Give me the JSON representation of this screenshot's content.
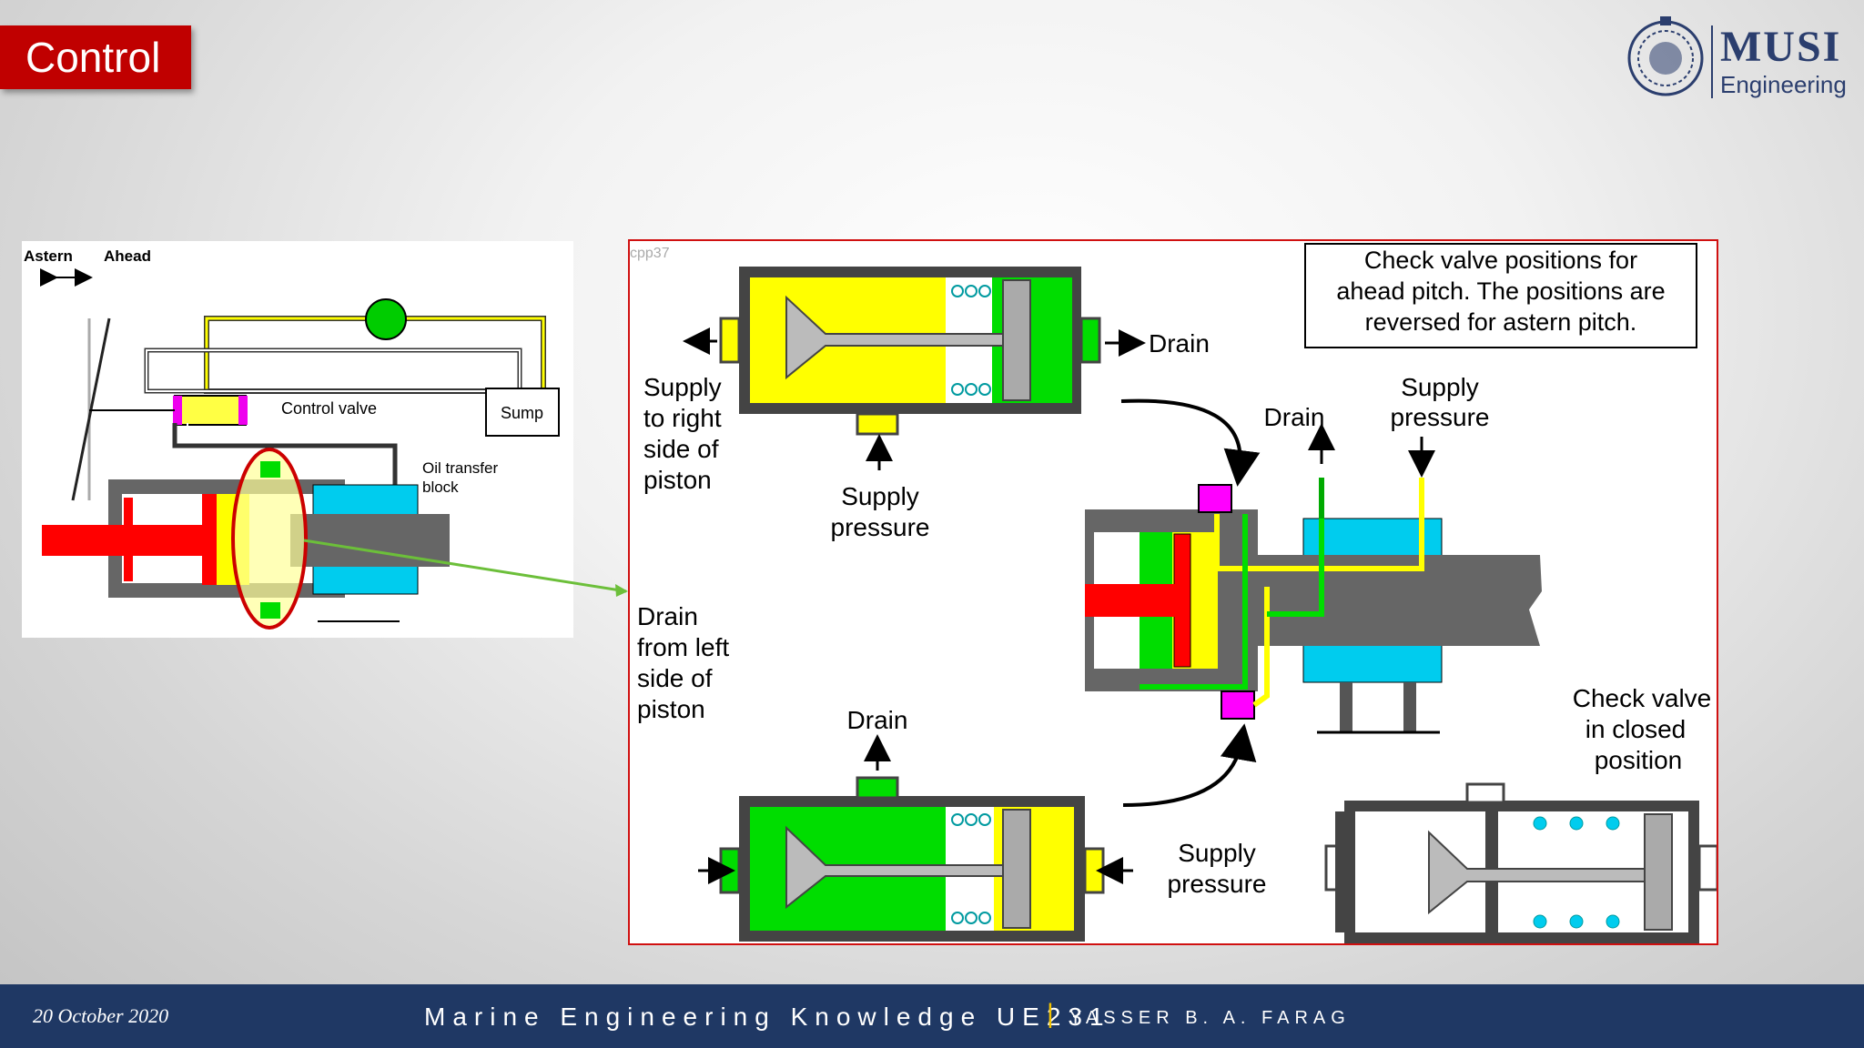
{
  "slide": {
    "title": "Control",
    "logo": {
      "name": "MUSI",
      "sub": "Engineering",
      "icon": "university-seal-icon"
    }
  },
  "left_diagram": {
    "astern": "Astern",
    "ahead": "Ahead",
    "control_valve": "Control valve",
    "sump": "Sump",
    "oil_transfer_1": "Oil transfer",
    "oil_transfer_2": "block"
  },
  "right_diagram": {
    "ref": "cpp37",
    "note_lines": [
      "Check valve positions for",
      "ahead pitch. The positions are",
      "reversed for astern pitch."
    ],
    "top_valve": {
      "left_lines": [
        "Supply",
        "to right",
        "side of",
        "piston"
      ],
      "bottom_lines": [
        "Supply",
        "pressure"
      ],
      "right": "Drain"
    },
    "bottom_valve": {
      "left_lines": [
        "Drain",
        "from left",
        "side of",
        "piston"
      ],
      "top": "Drain",
      "right_lines": [
        "Supply",
        "pressure"
      ]
    },
    "center": {
      "drain": "Drain",
      "supply_lines": [
        "Supply",
        "pressure"
      ]
    },
    "closed_valve_lines": [
      "Check valve",
      "in closed",
      "position"
    ]
  },
  "footer": {
    "date": "20 October 2020",
    "course": "Marine Engineering Knowledge UE231",
    "separator": "|",
    "author": "YASSER B. A. FARAG"
  },
  "colors": {
    "title_red": "#c00000",
    "footer_navy": "#1f3864",
    "oil_yellow": "#ffff00",
    "oil_green": "#00dd00",
    "piston_red": "#ff0000",
    "block_cyan": "#00ccee",
    "check_magenta": "#ff00ff"
  }
}
